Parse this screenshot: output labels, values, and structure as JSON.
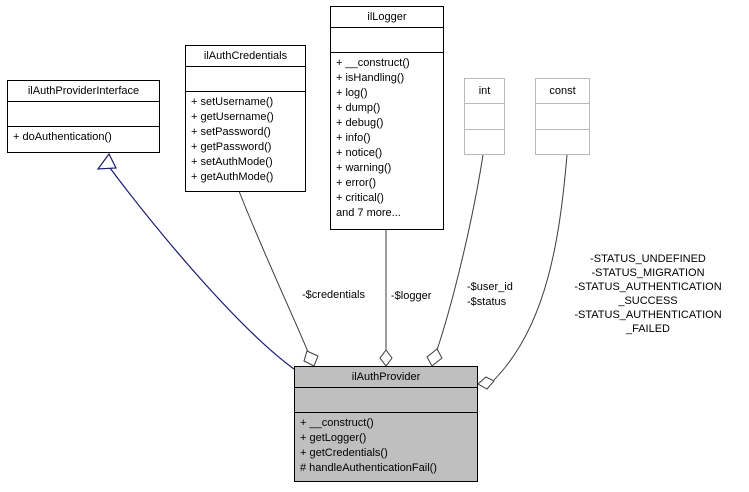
{
  "classes": {
    "interface": {
      "name": "ilAuthProviderInterface",
      "methods": [
        "+ doAuthentication()"
      ]
    },
    "credentials": {
      "name": "ilAuthCredentials",
      "methods": [
        "+ setUsername()",
        "+ getUsername()",
        "+ setPassword()",
        "+ getPassword()",
        "+ setAuthMode()",
        "+ getAuthMode()"
      ]
    },
    "logger": {
      "name": "ilLogger",
      "methods": [
        "+ __construct()",
        "+ isHandling()",
        "+ log()",
        "+ dump()",
        "+ debug()",
        "+ info()",
        "+ notice()",
        "+ warning()",
        "+ error()",
        "+ critical()",
        "and 7 more..."
      ]
    },
    "int_type": {
      "name": "int"
    },
    "const_type": {
      "name": "const"
    },
    "provider": {
      "name": "ilAuthProvider",
      "methods": [
        "+ __construct()",
        "+ getLogger()",
        "+ getCredentials()",
        "# handleAuthenticationFail()"
      ]
    }
  },
  "edges": {
    "credentials": {
      "label": "-$credentials"
    },
    "logger": {
      "label": "-$logger"
    },
    "int": {
      "labels": [
        "-$user_id",
        "-$status"
      ]
    },
    "const": {
      "labels": [
        "-STATUS_UNDEFINED",
        "-STATUS_MIGRATION",
        "-STATUS_AUTHENTICATION",
        "_SUCCESS",
        "-STATUS_AUTHENTICATION",
        "_FAILED"
      ]
    }
  },
  "colors": {
    "provider_fill": "#bfbfbf",
    "inheritance_edge": "#191970",
    "member_edge": "#3c3c3c",
    "type_box_border": "#b9b9b9"
  }
}
